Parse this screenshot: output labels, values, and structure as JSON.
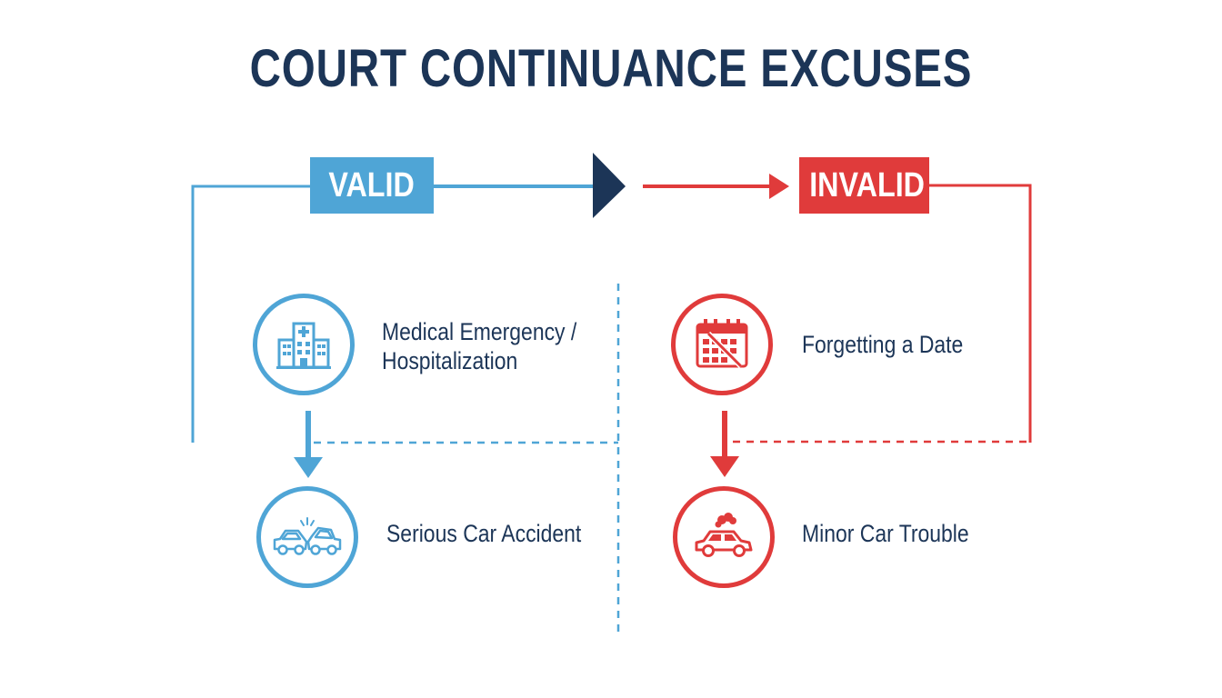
{
  "title": "COURT CONTINUANCE EXCUSES",
  "categories": {
    "valid": {
      "label": "VALID",
      "color": "#4fa5d6"
    },
    "invalid": {
      "label": "INVALID",
      "color": "#e03b3b"
    }
  },
  "valid_items": [
    {
      "line1": "Medical Emergency /",
      "line2": "Hospitalization",
      "icon": "hospital-icon"
    },
    {
      "line1": "Serious Car Accident",
      "icon": "car-accident-icon"
    }
  ],
  "invalid_items": [
    {
      "line1": "Forgetting a Date",
      "icon": "crossed-calendar-icon"
    },
    {
      "line1": "Minor Car Trouble",
      "icon": "smoking-car-icon"
    }
  ],
  "colors": {
    "title": "#1c3557",
    "center_arrow": "#1c3557"
  }
}
